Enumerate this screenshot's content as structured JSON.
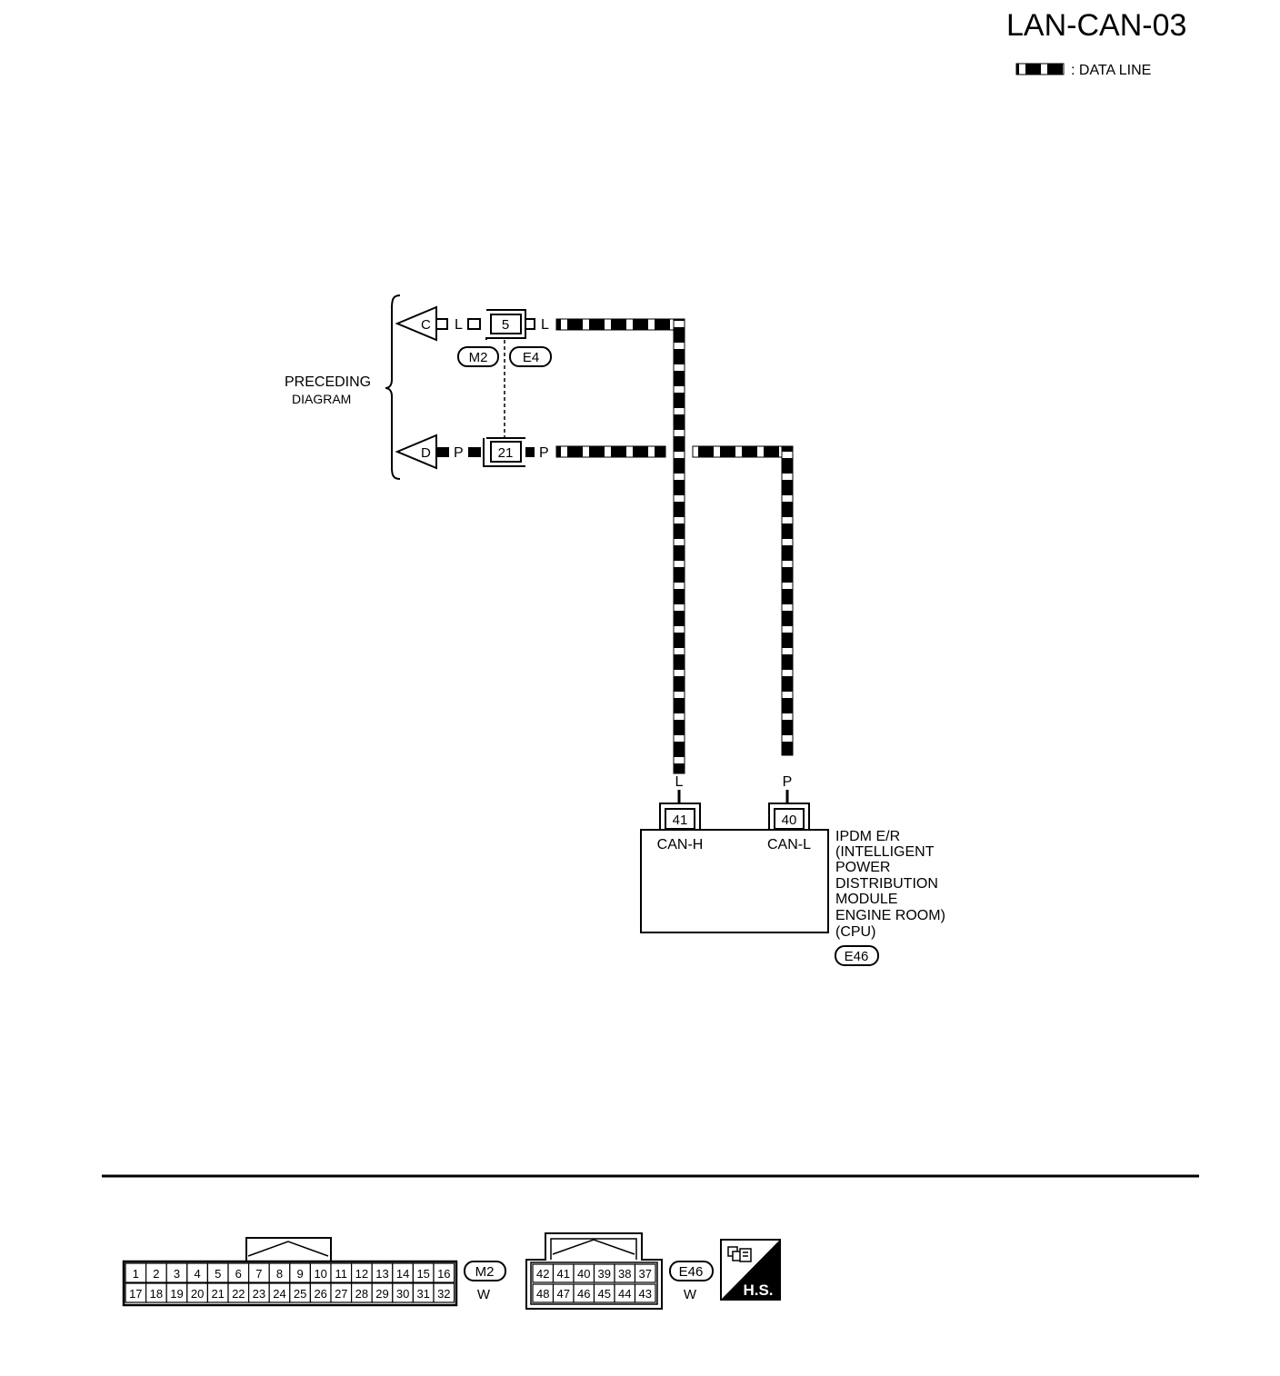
{
  "page_title": "LAN-CAN-03",
  "legend": {
    "label": ": DATA LINE"
  },
  "preceding": {
    "line1": "PRECEDING",
    "line2": "DIAGRAM"
  },
  "arrows": {
    "c": "C",
    "d": "D"
  },
  "wires": {
    "l": "L",
    "p": "P"
  },
  "joint_connector": {
    "pin_upper": "5",
    "pin_lower": "21",
    "left_id": "M2",
    "right_id": "E4"
  },
  "ipdm": {
    "pin_can_h": "41",
    "pin_can_l": "40",
    "can_h_label": "CAN-H",
    "can_l_label": "CAN-L",
    "name_lines": [
      "IPDM E/R",
      "(INTELLIGENT",
      "POWER",
      "DISTRIBUTION",
      "MODULE",
      "ENGINE ROOM)",
      "(CPU)"
    ],
    "connector_id": "E46"
  },
  "connector_m2": {
    "id": "M2",
    "color": "W",
    "row1": [
      "1",
      "2",
      "3",
      "4",
      "5",
      "6",
      "7",
      "8",
      "9",
      "10",
      "11",
      "12",
      "13",
      "14",
      "15",
      "16"
    ],
    "row2": [
      "17",
      "18",
      "19",
      "20",
      "21",
      "22",
      "23",
      "24",
      "25",
      "26",
      "27",
      "28",
      "29",
      "30",
      "31",
      "32"
    ]
  },
  "connector_e46": {
    "id": "E46",
    "color": "W",
    "row1": [
      "42",
      "41",
      "40",
      "39",
      "38",
      "37"
    ],
    "row2": [
      "48",
      "47",
      "46",
      "45",
      "44",
      "43"
    ]
  },
  "hs_badge": {
    "label": "H.S."
  }
}
